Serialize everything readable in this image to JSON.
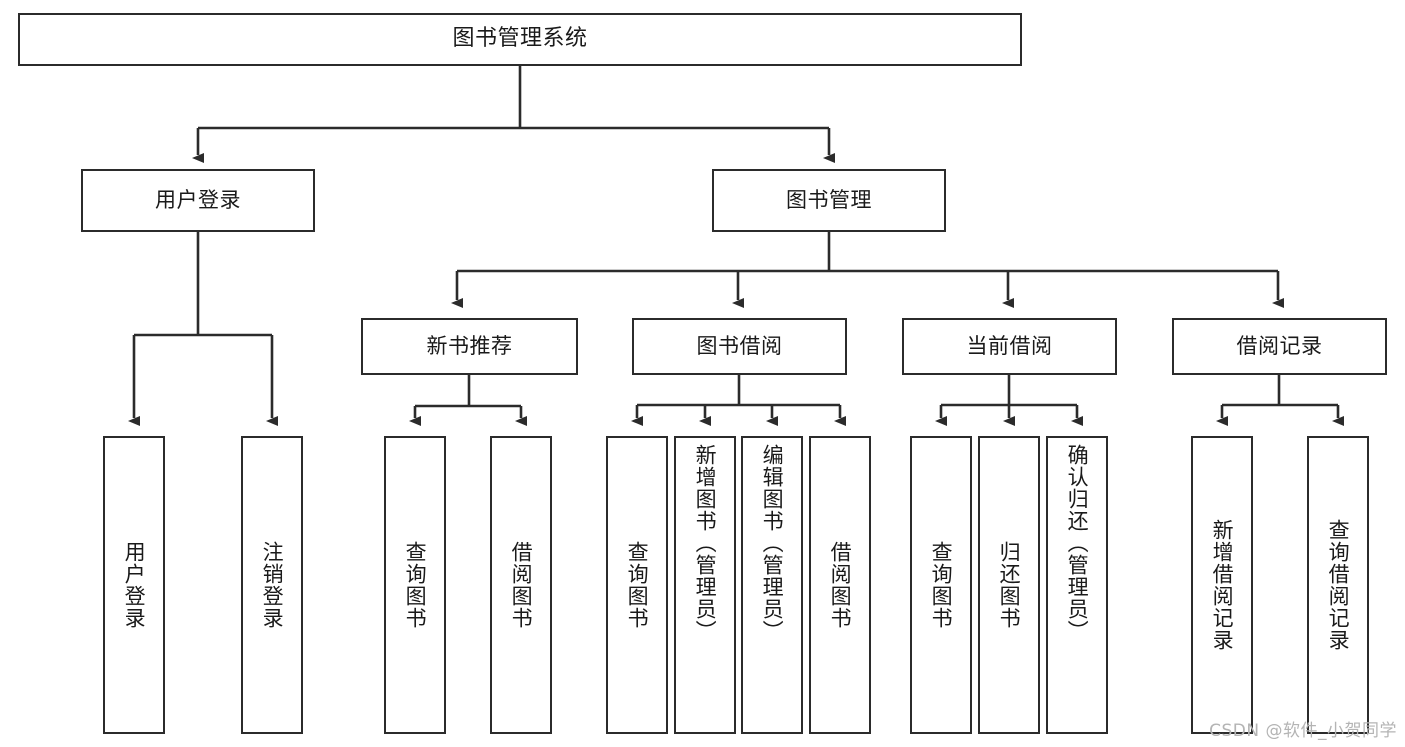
{
  "diagram": {
    "title": "图书管理系统",
    "type": "hierarchy-tree",
    "colors": {
      "box_border": "#2b2b2b",
      "box_fill": "#ffffff",
      "connector": "#2b2b2b",
      "text": "#1a1a1a",
      "watermark": "#b4b4b4"
    }
  },
  "nodes": {
    "root": {
      "label": "图书管理系统"
    },
    "level2": [
      {
        "label": "用户登录"
      },
      {
        "label": "图书管理"
      }
    ],
    "level3": [
      {
        "label": "新书推荐"
      },
      {
        "label": "图书借阅"
      },
      {
        "label": "当前借阅"
      },
      {
        "label": "借阅记录"
      }
    ],
    "leaves": {
      "user_login": [
        {
          "label": "用户登录"
        },
        {
          "label": "注销登录"
        }
      ],
      "new_book_recommend": [
        {
          "label": "查询图书"
        },
        {
          "label": "借阅图书"
        }
      ],
      "book_borrow": [
        {
          "label": "查询图书"
        },
        {
          "label": "新增图书（管理员）"
        },
        {
          "label": "编辑图书（管理员）"
        },
        {
          "label": "借阅图书"
        }
      ],
      "current_borrow": [
        {
          "label": "查询图书"
        },
        {
          "label": "归还图书"
        },
        {
          "label": "确认归还（管理员）"
        }
      ],
      "borrow_record": [
        {
          "label": "新增借阅记录"
        },
        {
          "label": "查询借阅记录"
        }
      ]
    }
  },
  "watermark": {
    "text": "CSDN @软件_小贺同学"
  }
}
